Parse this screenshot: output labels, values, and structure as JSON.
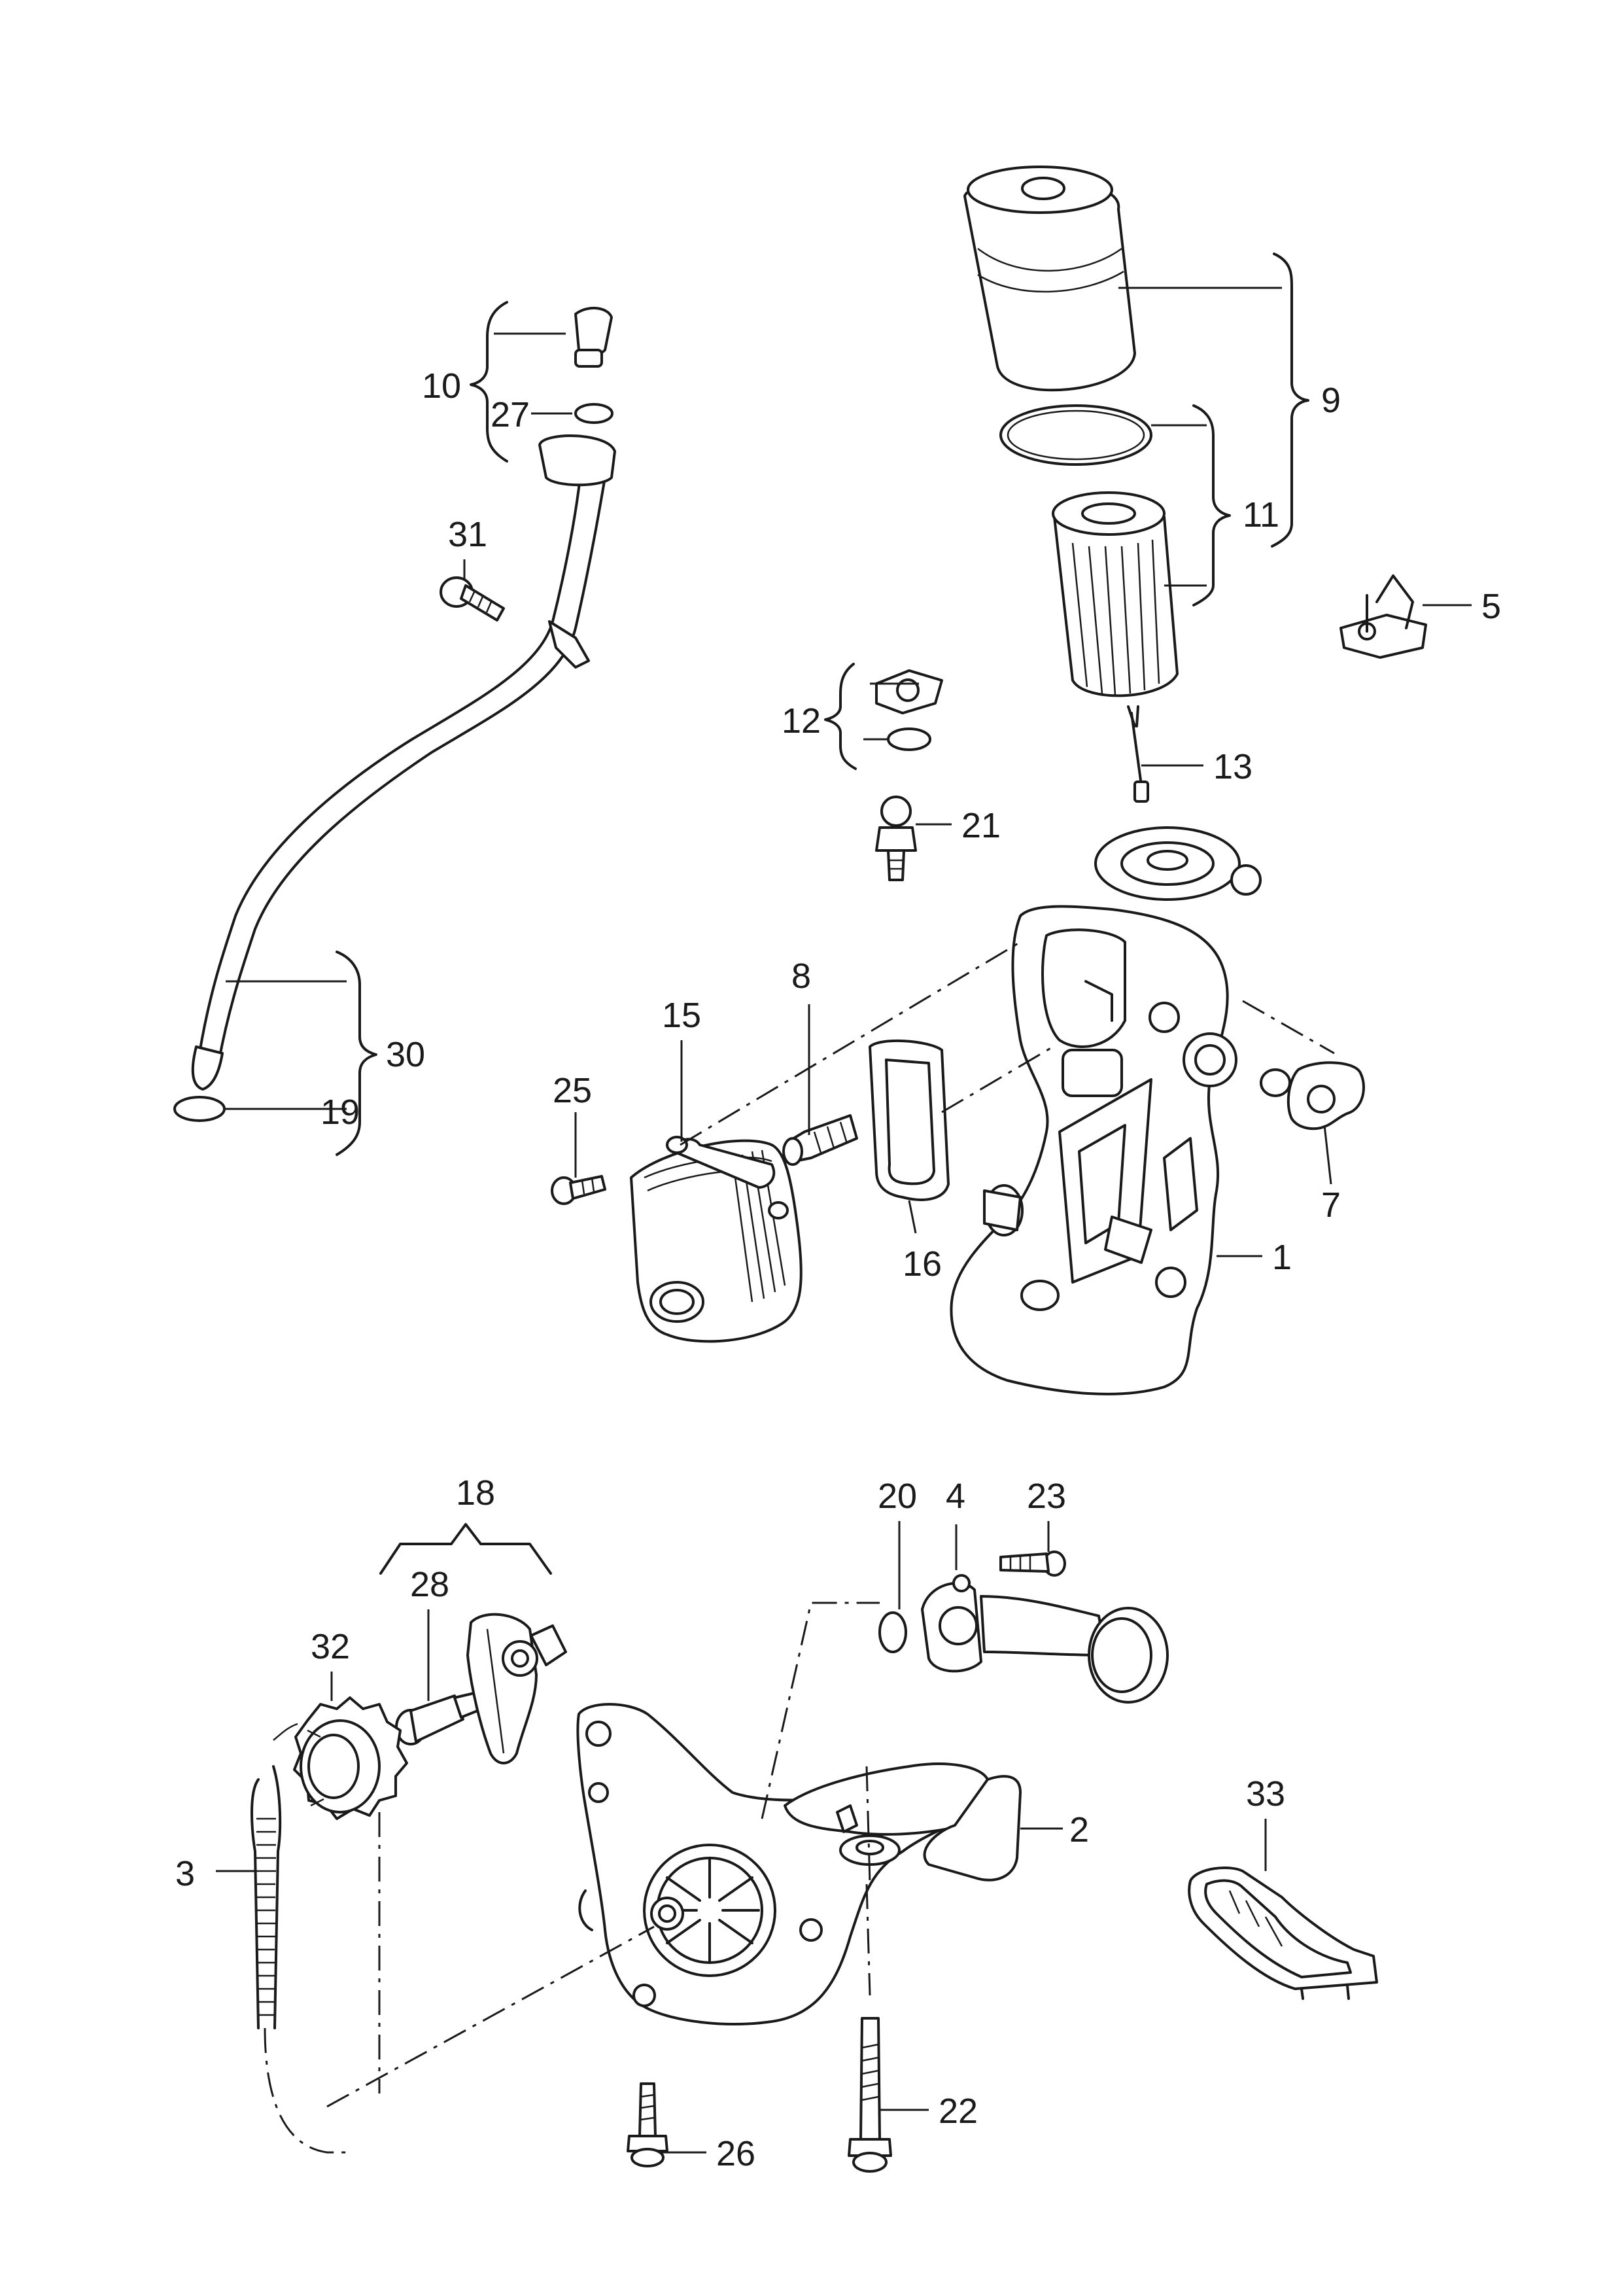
{
  "callouts": {
    "c1": "1",
    "c2": "2",
    "c3": "3",
    "c4": "4",
    "c5": "5",
    "c7": "7",
    "c8": "8",
    "c9": "9",
    "c10": "10",
    "c11": "11",
    "c12": "12",
    "c13": "13",
    "c15": "15",
    "c16": "16",
    "c18": "18",
    "c19": "19",
    "c20": "20",
    "c21": "21",
    "c22": "22",
    "c23": "23",
    "c25": "25",
    "c26": "26",
    "c27": "27",
    "c28": "28",
    "c30": "30",
    "c31": "31",
    "c32": "32",
    "c33": "33"
  },
  "colors": {
    "line": "#1a1a1a",
    "background": "#ffffff"
  }
}
